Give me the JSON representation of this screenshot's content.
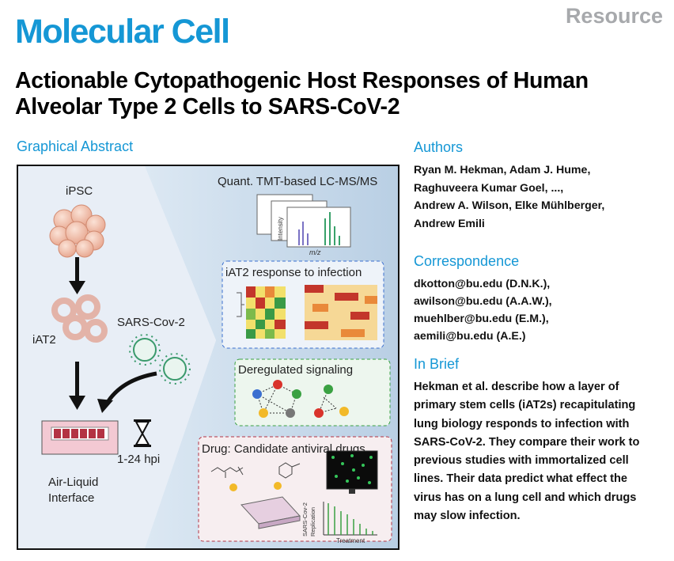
{
  "header": {
    "journal": "Molecular Cell",
    "article_type": "Resource",
    "title": "Actionable Cytopathogenic Host Responses of Human Alveolar Type 2 Cells to SARS-CoV-2"
  },
  "graphical_abstract": {
    "heading": "Graphical Abstract",
    "labels": {
      "ipsc": "iPSC",
      "iat2": "iAT2",
      "virus": "SARS-Cov-2",
      "time": "1-24 hpi",
      "ali_line1": "Air-Liquid",
      "ali_line2": "Interface",
      "quant": "Quant. TMT-based LC-MS/MS",
      "intensity": "Intensity",
      "mz": "m/z",
      "response": "iAT2 response to infection",
      "signaling": "Deregulated signaling",
      "drug": "Drug: Candidate antiviral drugs",
      "replication_line1": "SARS-Cov-2",
      "replication_line2": "Replication",
      "treatment": "Treatment"
    },
    "colors": {
      "arrow_panel": "#e7eef7",
      "hexagon": "#c9dbec",
      "heat_red": "#c3362b",
      "heat_yellow": "#f2e06b",
      "heat_green": "#3a9a46",
      "node_red": "#d9332b",
      "node_green": "#3aa142",
      "node_blue": "#3b6fd0",
      "node_yellow": "#f2b928",
      "node_gray": "#777777"
    }
  },
  "authors": {
    "heading": "Authors",
    "lines": [
      "Ryan M. Hekman, Adam J. Hume,",
      "Raghuveera Kumar Goel, ...,",
      "Andrew A. Wilson, Elke Mühlberger,",
      "Andrew Emili"
    ]
  },
  "correspondence": {
    "heading": "Correspondence",
    "lines": [
      "dkotton@bu.edu (D.N.K.),",
      "awilson@bu.edu (A.A.W.),",
      "muehlber@bu.edu (E.M.),",
      "aemili@bu.edu (A.E.)"
    ]
  },
  "in_brief": {
    "heading": "In Brief",
    "lines": [
      "Hekman et al. describe how a layer of",
      "primary stem cells (iAT2s) recapitulating",
      "lung biology responds to infection with",
      "SARS-CoV-2. They compare their work to",
      "previous studies with immortalized cell",
      "lines. Their data predict what effect the",
      "virus has on a lung cell and which drugs",
      "may slow infection."
    ]
  }
}
